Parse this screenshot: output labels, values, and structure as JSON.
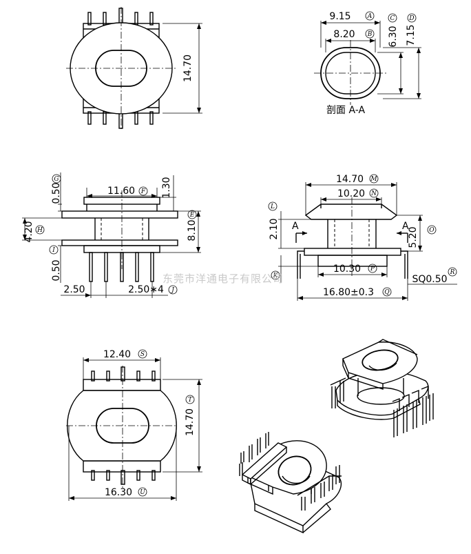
{
  "dimensions": {
    "top_left_height": "14.70",
    "section_width_outer": "9.15",
    "section_width_inner": "8.20",
    "section_height_inner": "6.30",
    "section_height_outer": "7.15",
    "front_flange_thickness_top": "0.50",
    "front_inner_width": "11.60",
    "front_top_gap": "1.30",
    "front_overall_height": "8.10",
    "front_core_height": "4.20",
    "front_flange_thickness_bottom": "0.50",
    "pin_offset": "2.50",
    "pin_pitch": "2.50∗4",
    "side_total_width": "14.70",
    "side_inner_width": "10.20",
    "side_step_height": "2.10",
    "side_body_height": "5.20",
    "side_base_width": "10.30",
    "side_pin_span": "16.80±0.3",
    "pin_size": "SQ0.50",
    "bottom_width_top": "12.40",
    "bottom_height": "14.70",
    "bottom_width_bottom": "16.30"
  },
  "markers": {
    "A": "A",
    "B": "B",
    "C": "C",
    "D": "D",
    "E": "E",
    "F": "F",
    "G": "G",
    "H": "H",
    "I": "I",
    "J": "J",
    "K": "K",
    "L": "L",
    "M": "M",
    "N": "N",
    "O": "O",
    "P": "P",
    "Q": "Q",
    "R": "R",
    "S": "S",
    "T": "T",
    "U": "U"
  },
  "section_caption": "剖面 A-A",
  "section_arrow_left": "A",
  "section_arrow_right": "A",
  "watermark": "东莞市洋通电子有限公司"
}
